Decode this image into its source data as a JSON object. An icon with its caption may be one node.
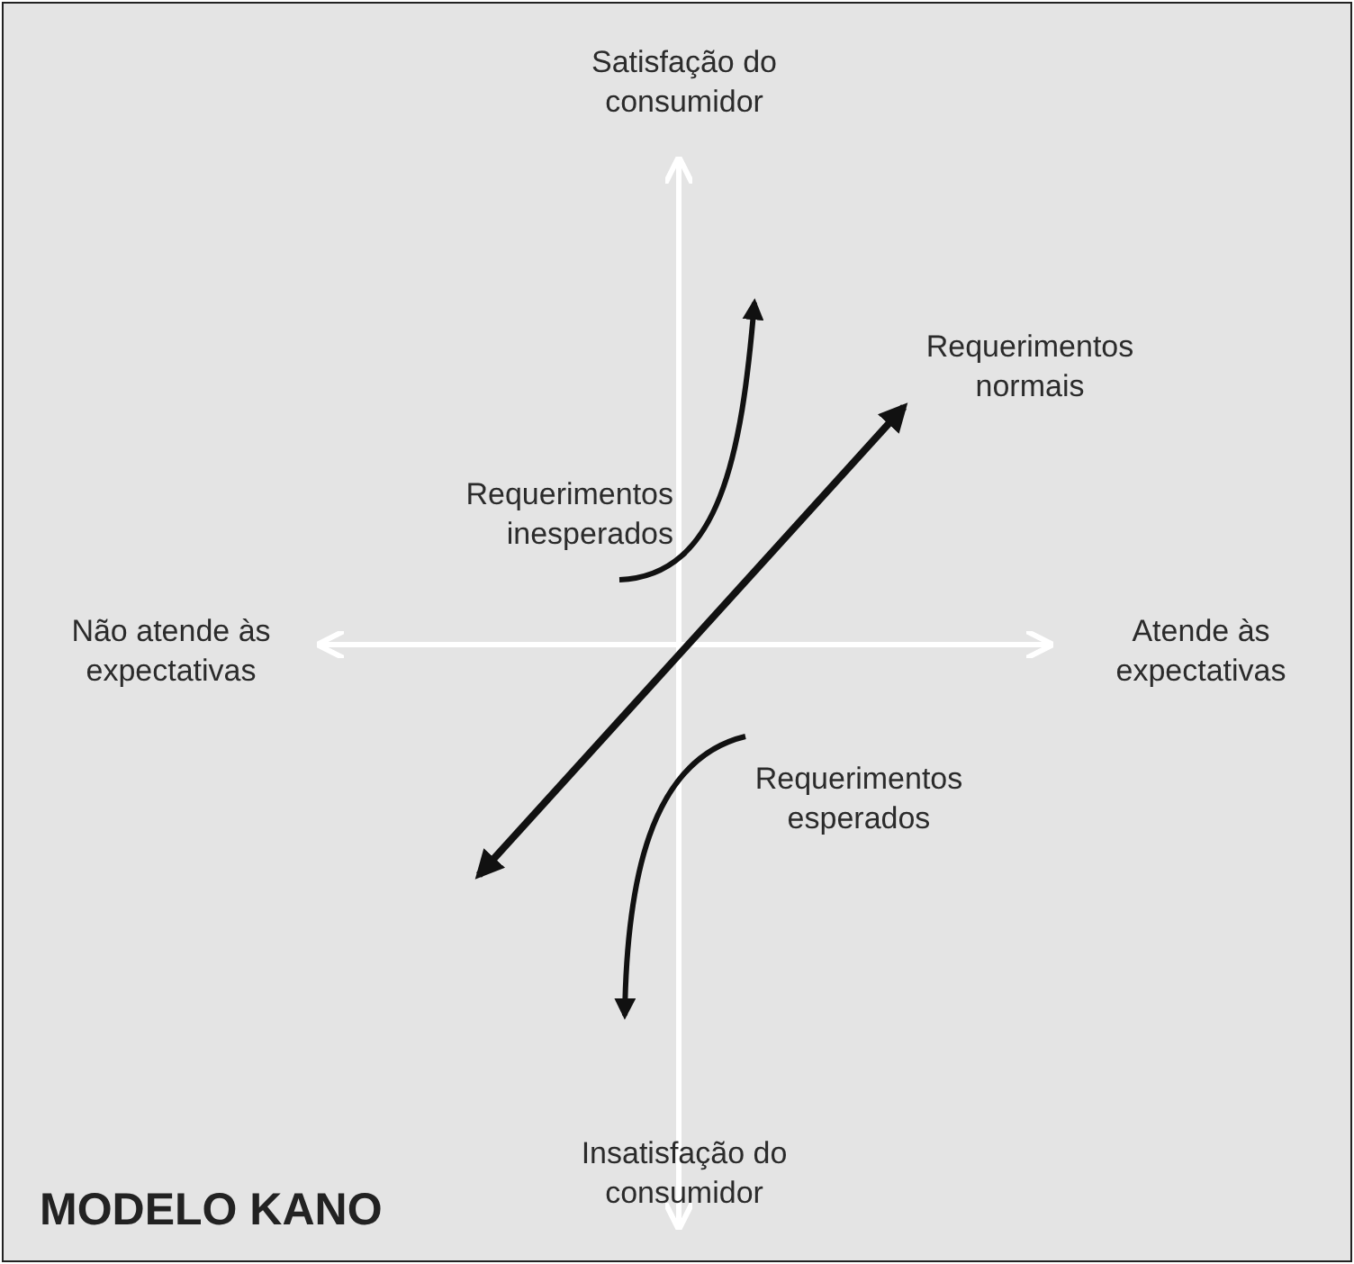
{
  "diagram": {
    "title": "MODELO KANO",
    "labels": [
      "Satisfação do consumidor",
      "Requerimentos normais",
      "Requerimentos inesperados",
      "Não atende às expectativas",
      "Atende às expectativas",
      "Requerimentos esperados",
      "Insatisfação do consumidor"
    ]
  }
}
